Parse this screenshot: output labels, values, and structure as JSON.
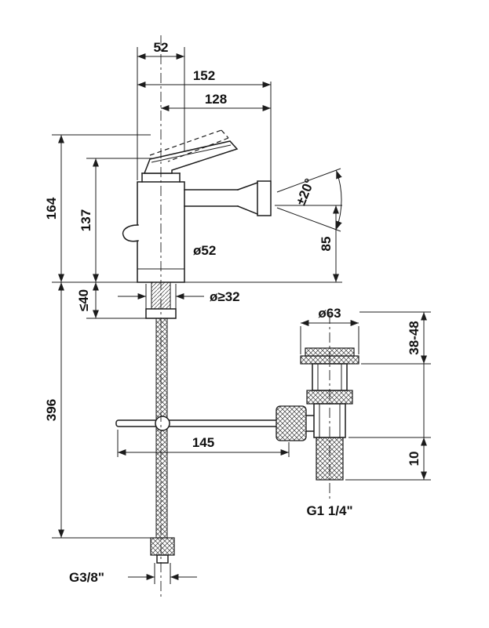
{
  "drawing": {
    "line_color": "#1c1c1c",
    "background": "#ffffff",
    "labels": {
      "top_52": "52",
      "top_152": "152",
      "top_128": "128",
      "left_164": "164",
      "left_137": "137",
      "left_40": "≤40",
      "left_396": "396",
      "angle_20": "±20°",
      "right_85": "85",
      "dia_52": "ø52",
      "dia_32": "ø≥32",
      "dia_63": "ø63",
      "right_38_48": "38-48",
      "mid_145": "145",
      "right_10": "10",
      "thread_drain": "G1 1/4\"",
      "thread_supply": "G3/8\""
    }
  }
}
